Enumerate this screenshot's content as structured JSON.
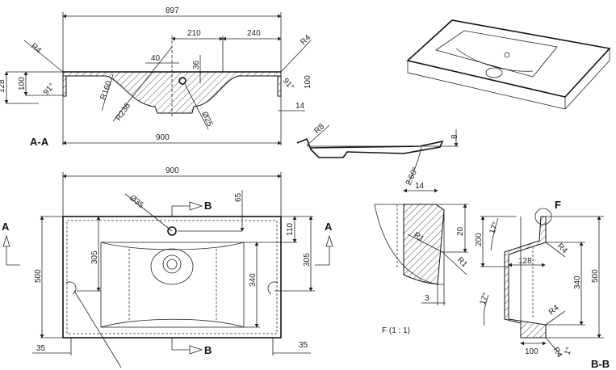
{
  "section_aa": {
    "title": "A-A",
    "dims": {
      "overall_top": "897",
      "d210": "210",
      "d240": "240",
      "r4_left": "R4",
      "r4_right": "R4",
      "d40": "40",
      "d36": "36",
      "d128": "128",
      "d100_left": "100",
      "angle_left": "91°",
      "angle_right": "91°",
      "d100_right": "100",
      "r160": "R160",
      "r236": "R236",
      "dia25": "Ø25",
      "d14": "14",
      "overall_bottom": "900"
    }
  },
  "top_view": {
    "dims": {
      "width": "900",
      "dia35": "Ø35",
      "d65": "65",
      "d110": "110",
      "d305_left": "305",
      "d305_right": "305",
      "d340": "340",
      "d500": "500",
      "d35_left": "35",
      "d35_right": "35"
    },
    "section_marks": {
      "b_top": "B",
      "b_bottom": "B",
      "a_left": "A",
      "a_right": "A"
    }
  },
  "side_profile": {
    "r8": "R8",
    "d8": "8",
    "angle": "2.60°"
  },
  "detail_f": {
    "title": "F (1 : 1)",
    "d14": "14",
    "d20": "20",
    "r1_a": "R1",
    "r1_b": "R1",
    "d3": "3"
  },
  "section_bb": {
    "title": "B-B",
    "marker": "F",
    "angle_top": "17°",
    "d200": "200",
    "r4_top": "R4",
    "d128": "128",
    "d340": "340",
    "d500": "500",
    "angle_bottom": "17°",
    "r4_mid": "R4",
    "d100": "100",
    "r4_bottom": "R4",
    "angle_1": "1°"
  }
}
